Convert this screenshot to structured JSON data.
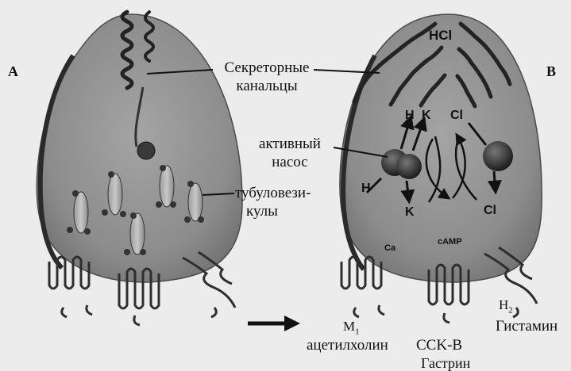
{
  "panels": {
    "left": "A",
    "right": "B"
  },
  "labels": {
    "canaliculi": [
      "Секреторные",
      "канальцы"
    ],
    "pump": [
      "активный",
      "насос"
    ],
    "tubulovesicles": [
      "тубуловези-",
      "кулы"
    ]
  },
  "ions": {
    "hcl": "HCl",
    "h_top": "H",
    "k_top": "K",
    "cl_top": "Cl",
    "h_left": "H",
    "k_bottom": "K",
    "cl_bottom": "Cl",
    "ca": "Ca",
    "camp": "cAMP"
  },
  "receptors": {
    "m1": {
      "symbol": "M",
      "sub": "1",
      "ligand": "ацетилхолин"
    },
    "cckb": {
      "symbol": "CCK-B",
      "ligand": "Гастрин"
    },
    "h2": {
      "symbol": "H",
      "sub": "2",
      "ligand": "Гистамин"
    }
  },
  "colors": {
    "cell_fill": "#8f8f8f",
    "cell_dark": "#5a5a5a",
    "ink": "#111111",
    "background": "#ececec"
  }
}
